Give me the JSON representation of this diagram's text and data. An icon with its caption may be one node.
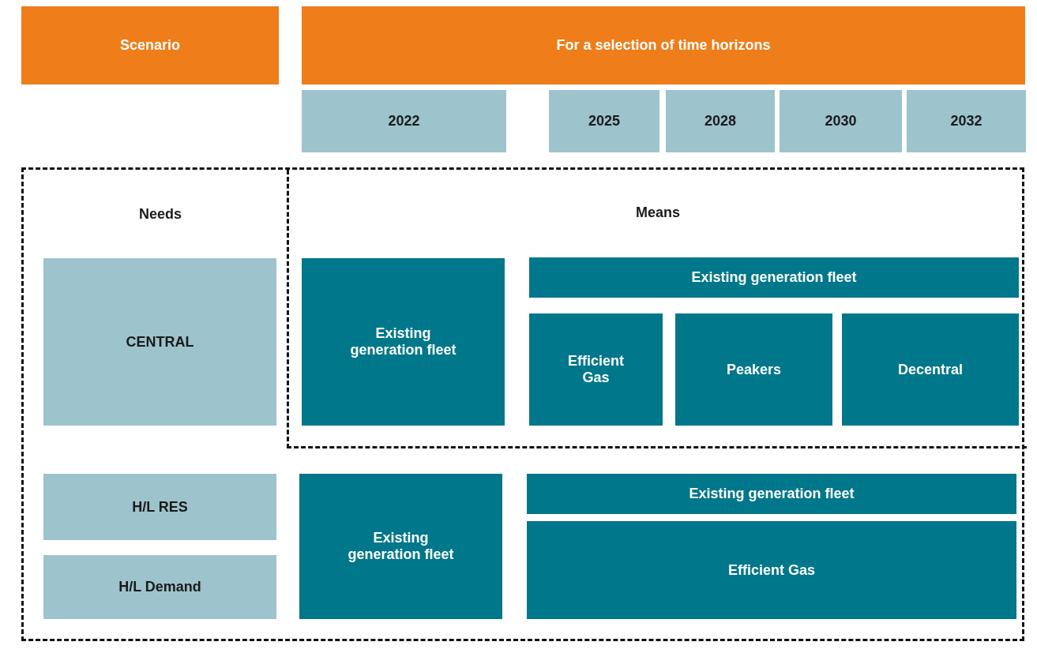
{
  "diagram": {
    "nodes": [
      {
        "text": [
          "Scenario"
        ]
      },
      {
        "text": [
          "For a selection of time horizons"
        ]
      },
      {
        "text": [
          "2022"
        ]
      },
      {
        "text": [
          "2025"
        ]
      },
      {
        "text": [
          "2028"
        ]
      },
      {
        "text": [
          "2030"
        ]
      },
      {
        "text": [
          "2032"
        ]
      },
      {
        "text": [],
        "shape": "box"
      },
      {
        "text": [
          "Means"
        ],
        "in": 7
      },
      {
        "text": [
          "CENTRAL"
        ],
        "in": 7
      },
      {
        "text": [
          "Existing generation fleet"
        ],
        "in": 8
      },
      {
        "text": [
          "Existing generation fleet"
        ],
        "in": 8
      },
      {
        "text": [
          "Efficient Gas"
        ],
        "in": 8
      },
      {
        "text": [
          "Peakers"
        ],
        "in": 8
      },
      {
        "text": [
          "Decentral"
        ],
        "in": 8
      },
      {
        "text": [
          "H/L RES"
        ],
        "in": 7
      },
      {
        "text": [
          "H/L Demand"
        ],
        "in": 7
      },
      {
        "text": [
          "Existing generation fleet"
        ],
        "in": 7
      },
      {
        "text": [
          "Existing generation fleet"
        ],
        "in": 7
      },
      {
        "text": [
          "Efficient Gas"
        ],
        "in": 7
      }
    ],
    "edges": [],
    "labels": [
      "Needs"
    ]
  }
}
